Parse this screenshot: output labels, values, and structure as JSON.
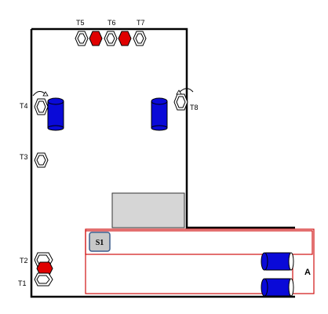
{
  "labels": {
    "t1": "T1",
    "t2": "T2",
    "t3": "T3",
    "t4": "T4",
    "t5": "T5",
    "t6": "T6",
    "t7": "T7",
    "t8": "T8",
    "s1": "S1",
    "a": "A"
  },
  "colors": {
    "outline": "#000000",
    "conveyor": "#d01010",
    "tray_red": "#e00000",
    "cylinder_blue": "#0a0ad8",
    "station_gray": "#d6d6d6",
    "sensor_fill": "#c8c8c8",
    "sensor_border": "#3a5a8a"
  }
}
